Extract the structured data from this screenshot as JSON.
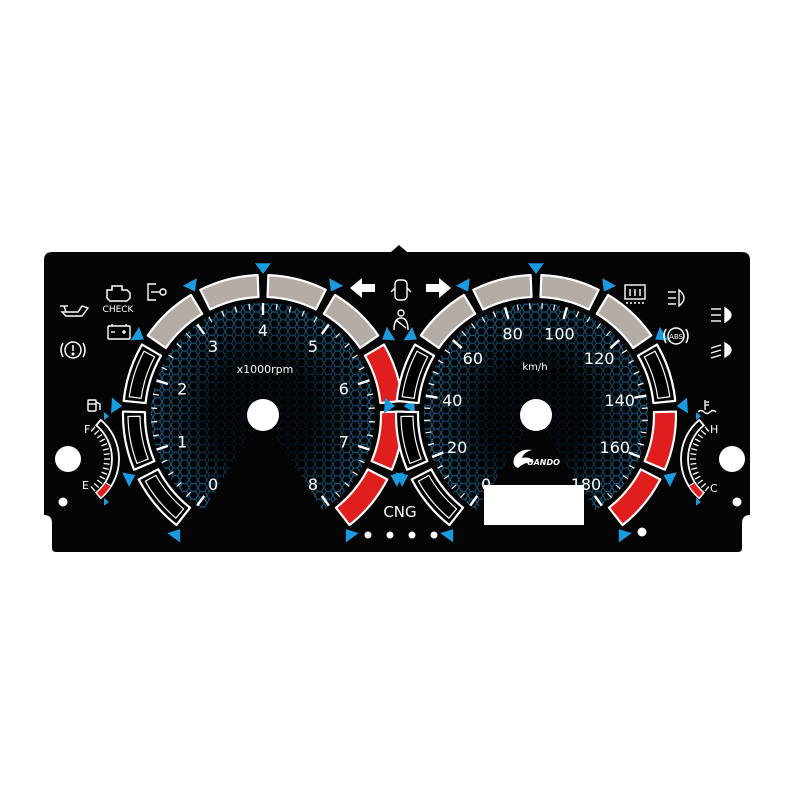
{
  "colors": {
    "panel": "#050505",
    "accent_blue": "#1a9be0",
    "hex_blue": "#1f7fb8",
    "redline": "#e01e1e",
    "segment_gray": "#b3aca7",
    "white": "#ffffff"
  },
  "tachometer": {
    "unit_label": "x1000rpm",
    "ticks": [
      "0",
      "1",
      "2",
      "3",
      "4",
      "5",
      "6",
      "7",
      "8"
    ],
    "redline_from": 6
  },
  "speedometer": {
    "unit_label": "km/h",
    "ticks": [
      "0",
      "20",
      "40",
      "60",
      "80",
      "100",
      "120",
      "140",
      "160",
      "180"
    ],
    "redline_from": 140
  },
  "fuel_gauge": {
    "icon": "fuel-pump-icon",
    "full_label": "F",
    "empty_label": "E"
  },
  "temp_gauge": {
    "icon": "coolant-temperature-icon",
    "hot_label": "H",
    "cold_label": "C"
  },
  "warning_lights": {
    "oil": "oil-pressure-icon",
    "check_label": "CHECK",
    "engine": "check-engine-icon",
    "battery": "battery-icon",
    "door": "door-open-icon",
    "brake": "brake-warning-icon",
    "seatbelt": "seatbelt-icon",
    "car_top": "car-doors-icon",
    "left_turn": "left-turn-arrow-icon",
    "right_turn": "right-turn-arrow-icon",
    "rear_defrost": "rear-defrost-icon",
    "fog": "fog-light-icon",
    "abs_label": "ABS",
    "high_beam": "high-beam-icon",
    "low_beam": "low-beam-icon"
  },
  "brand": {
    "logo_text": "GANDO"
  },
  "center": {
    "fuel_label": "CNG"
  }
}
